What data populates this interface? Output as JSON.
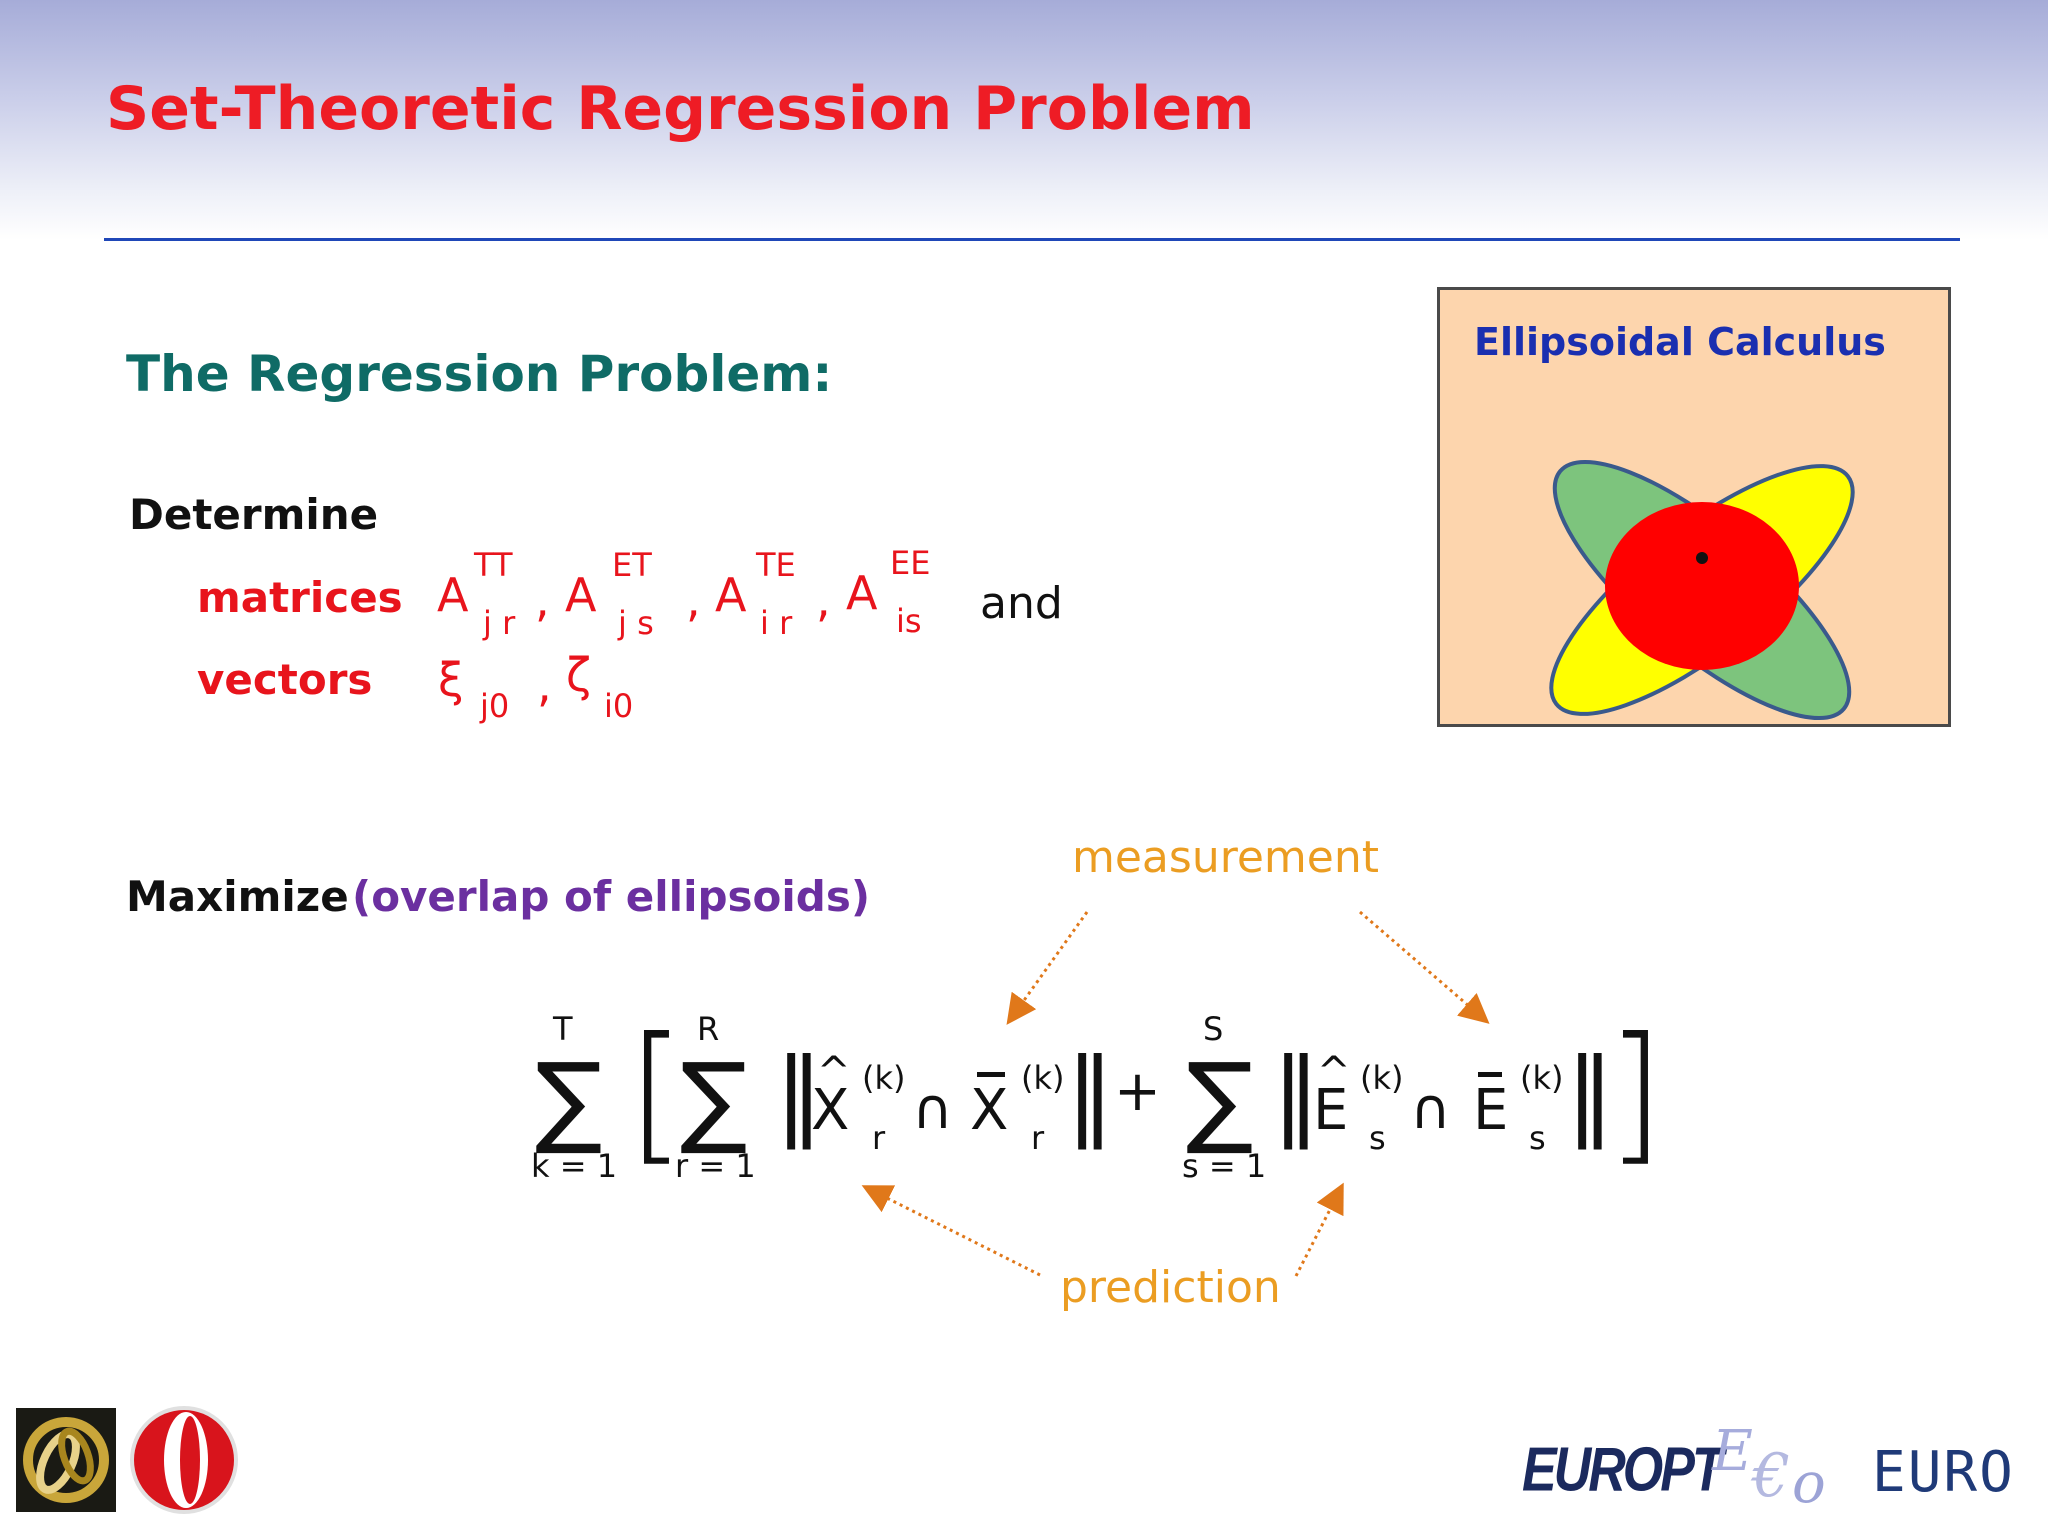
{
  "slide": {
    "title": "Set-Theoretic Regression Problem",
    "section_heading": "The Regression Problem:",
    "determine_label": "Determine",
    "matrices_label": "matrices",
    "vectors_label": "vectors",
    "and_text": "and",
    "maximize_label": "Maximize",
    "maximize_note": "(overlap of ellipsoids)",
    "measurement_label": "measurement",
    "prediction_label": "prediction"
  },
  "matrices": {
    "symbol": "A",
    "comma": ",",
    "items": [
      {
        "sup": "TT",
        "sub": "j r"
      },
      {
        "sup": "ET",
        "sub": "j s"
      },
      {
        "sup": "TE",
        "sub": "i r"
      },
      {
        "sup": "EE",
        "sub": "is"
      }
    ]
  },
  "vectors": {
    "items": [
      {
        "symbol": "ξ",
        "sub": "j0"
      },
      {
        "symbol": "ζ",
        "sub": "i0"
      }
    ]
  },
  "formula": {
    "sum": "∑",
    "outer_upper": "T",
    "outer_lower": "k = 1",
    "inner1_upper": "R",
    "inner1_lower": "r = 1",
    "inner2_upper": "S",
    "inner2_lower": "s = 1",
    "plus": "+",
    "norm": "‖",
    "cap": "∩",
    "x": "X",
    "e": "E",
    "hat": "^",
    "k_sup": "(k)",
    "r_sub": "r",
    "s_sub": "s",
    "lbrack": "[",
    "rbrack": "]"
  },
  "panel": {
    "title": "Ellipsoidal Calculus",
    "colors": {
      "background": "#fdd5ad",
      "green": "#7dc47d",
      "yellow": "#ffff00",
      "red": "#ff0000",
      "outline": "#3a5a8c"
    }
  },
  "logos": {
    "bottom_right": [
      "EUROPT",
      "EURO"
    ]
  },
  "colors": {
    "title": "#ee1c25",
    "rule": "#1f47b8",
    "section": "#0f6b66",
    "math": "#e8141c",
    "note": "#6b2fa0",
    "annotation": "#eb9d22"
  }
}
